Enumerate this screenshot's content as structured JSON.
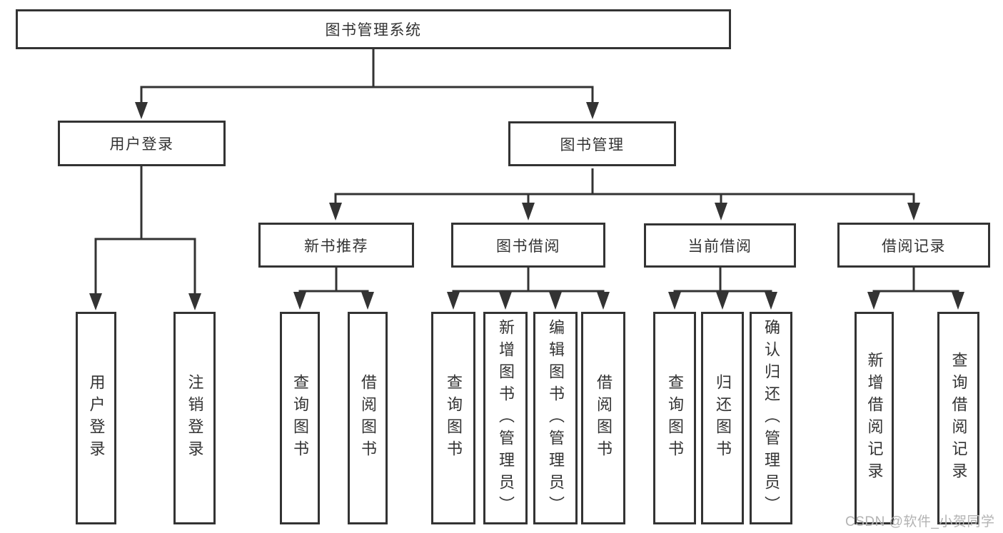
{
  "nodes": {
    "root": "图书管理系统",
    "userLogin": "用户登录",
    "bookMgmt": "图书管理",
    "newBooks": "新书推荐",
    "bookBorrow": "图书借阅",
    "currentBorrow": "当前借阅",
    "borrowRecords": "借阅记录",
    "ulLogin": "用户登录",
    "ulLogout": "注销登录",
    "nbQuery": "查询图书",
    "nbBorrow": "借阅图书",
    "bbQuery": "查询图书",
    "bbAdd": "新增图书（管理员）",
    "bbEdit": "编辑图书（管理员）",
    "bbBorrow": "借阅图书",
    "cbQuery": "查询图书",
    "cbReturn": "归还图书",
    "cbConfirm": "确认归还（管理员）",
    "brAdd": "新增借阅记录",
    "brQuery": "查询借阅记录"
  },
  "watermark": {
    "text": "CSDN @软件_小贺同学",
    "color": "#b3b3b3"
  },
  "colors": {
    "line": "#333333",
    "text": "#333333",
    "background": "#ffffff"
  }
}
